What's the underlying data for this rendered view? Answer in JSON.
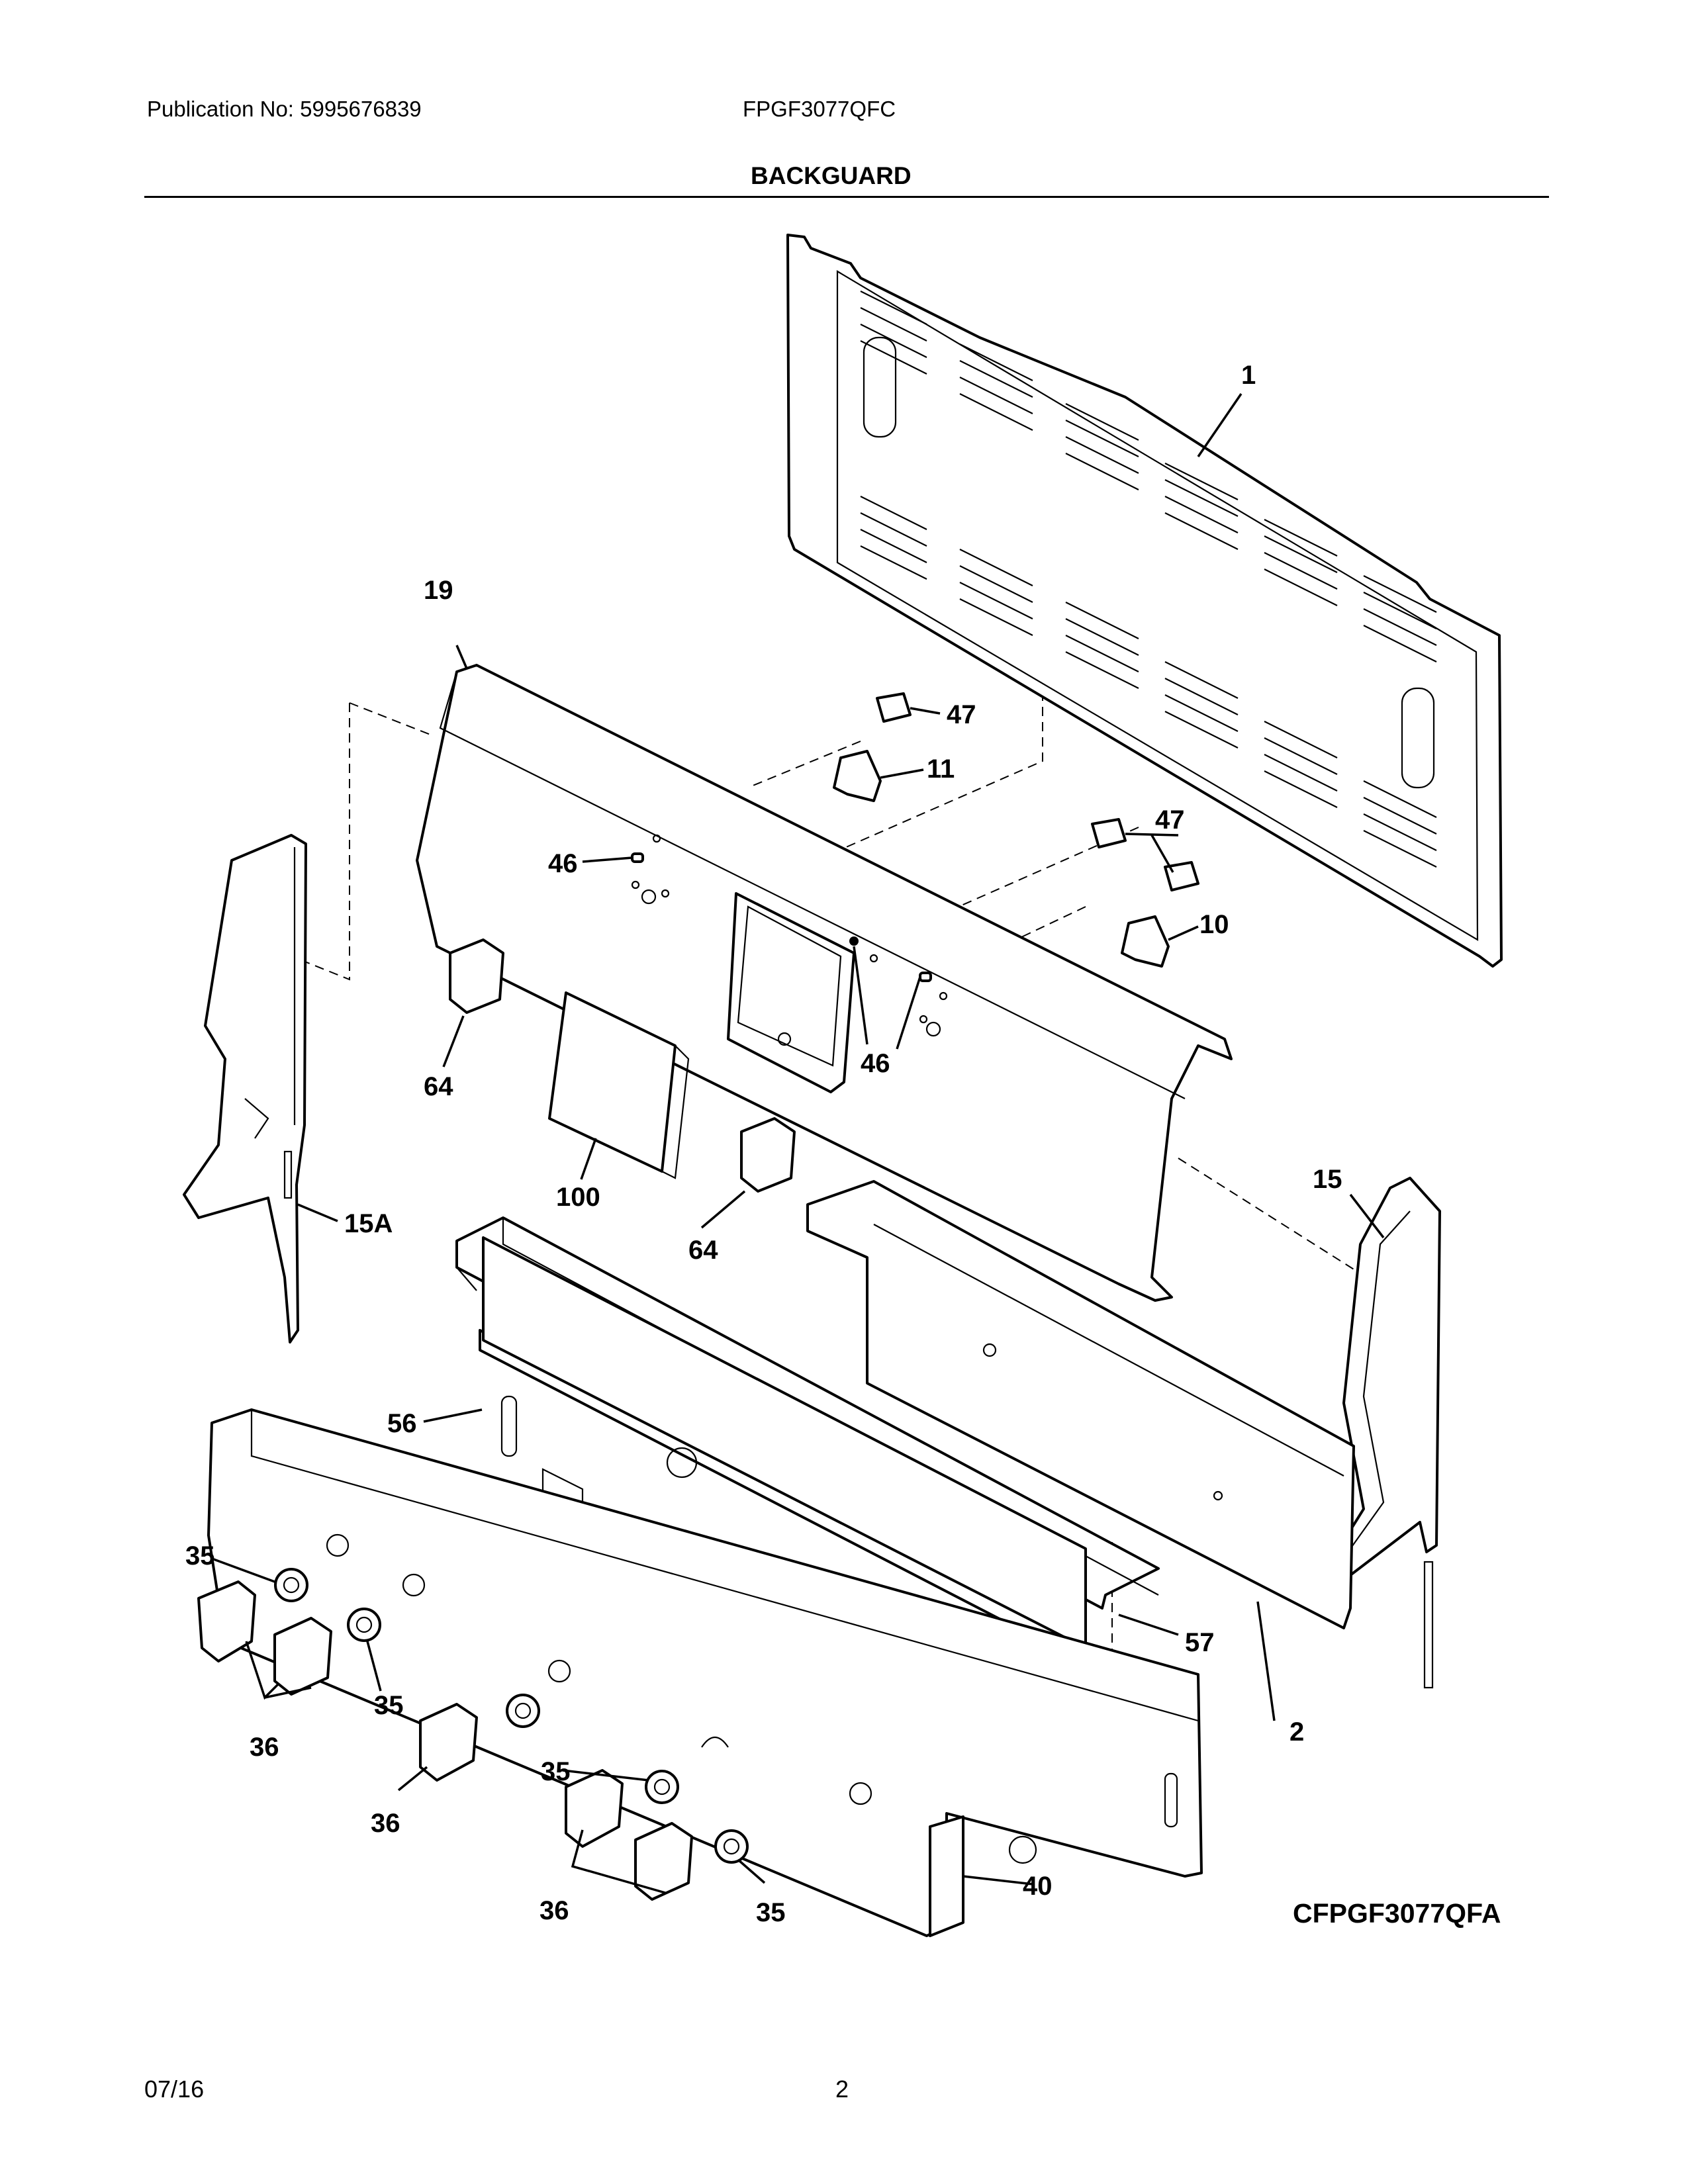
{
  "header": {
    "publication": "Publication No: 5995676839",
    "model": "FPGF3077QFC",
    "section_title": "BACKGUARD"
  },
  "diagram": {
    "model_code": "CFPGF3077QFA",
    "callouts": {
      "c1": "1",
      "c19": "19",
      "c47a": "47",
      "c11": "11",
      "c47b": "47",
      "c46a": "46",
      "c10": "10",
      "c46b": "46",
      "c64a": "64",
      "c100": "100",
      "c64b": "64",
      "c15": "15",
      "c15a": "15A",
      "c56": "56",
      "c35a": "35",
      "c35b": "35",
      "c36a": "36",
      "c57": "57",
      "c2": "2",
      "c36b": "36",
      "c35c": "35",
      "c36c": "36",
      "c35d": "35",
      "c40": "40"
    }
  },
  "footer": {
    "date": "07/16",
    "page": "2"
  }
}
